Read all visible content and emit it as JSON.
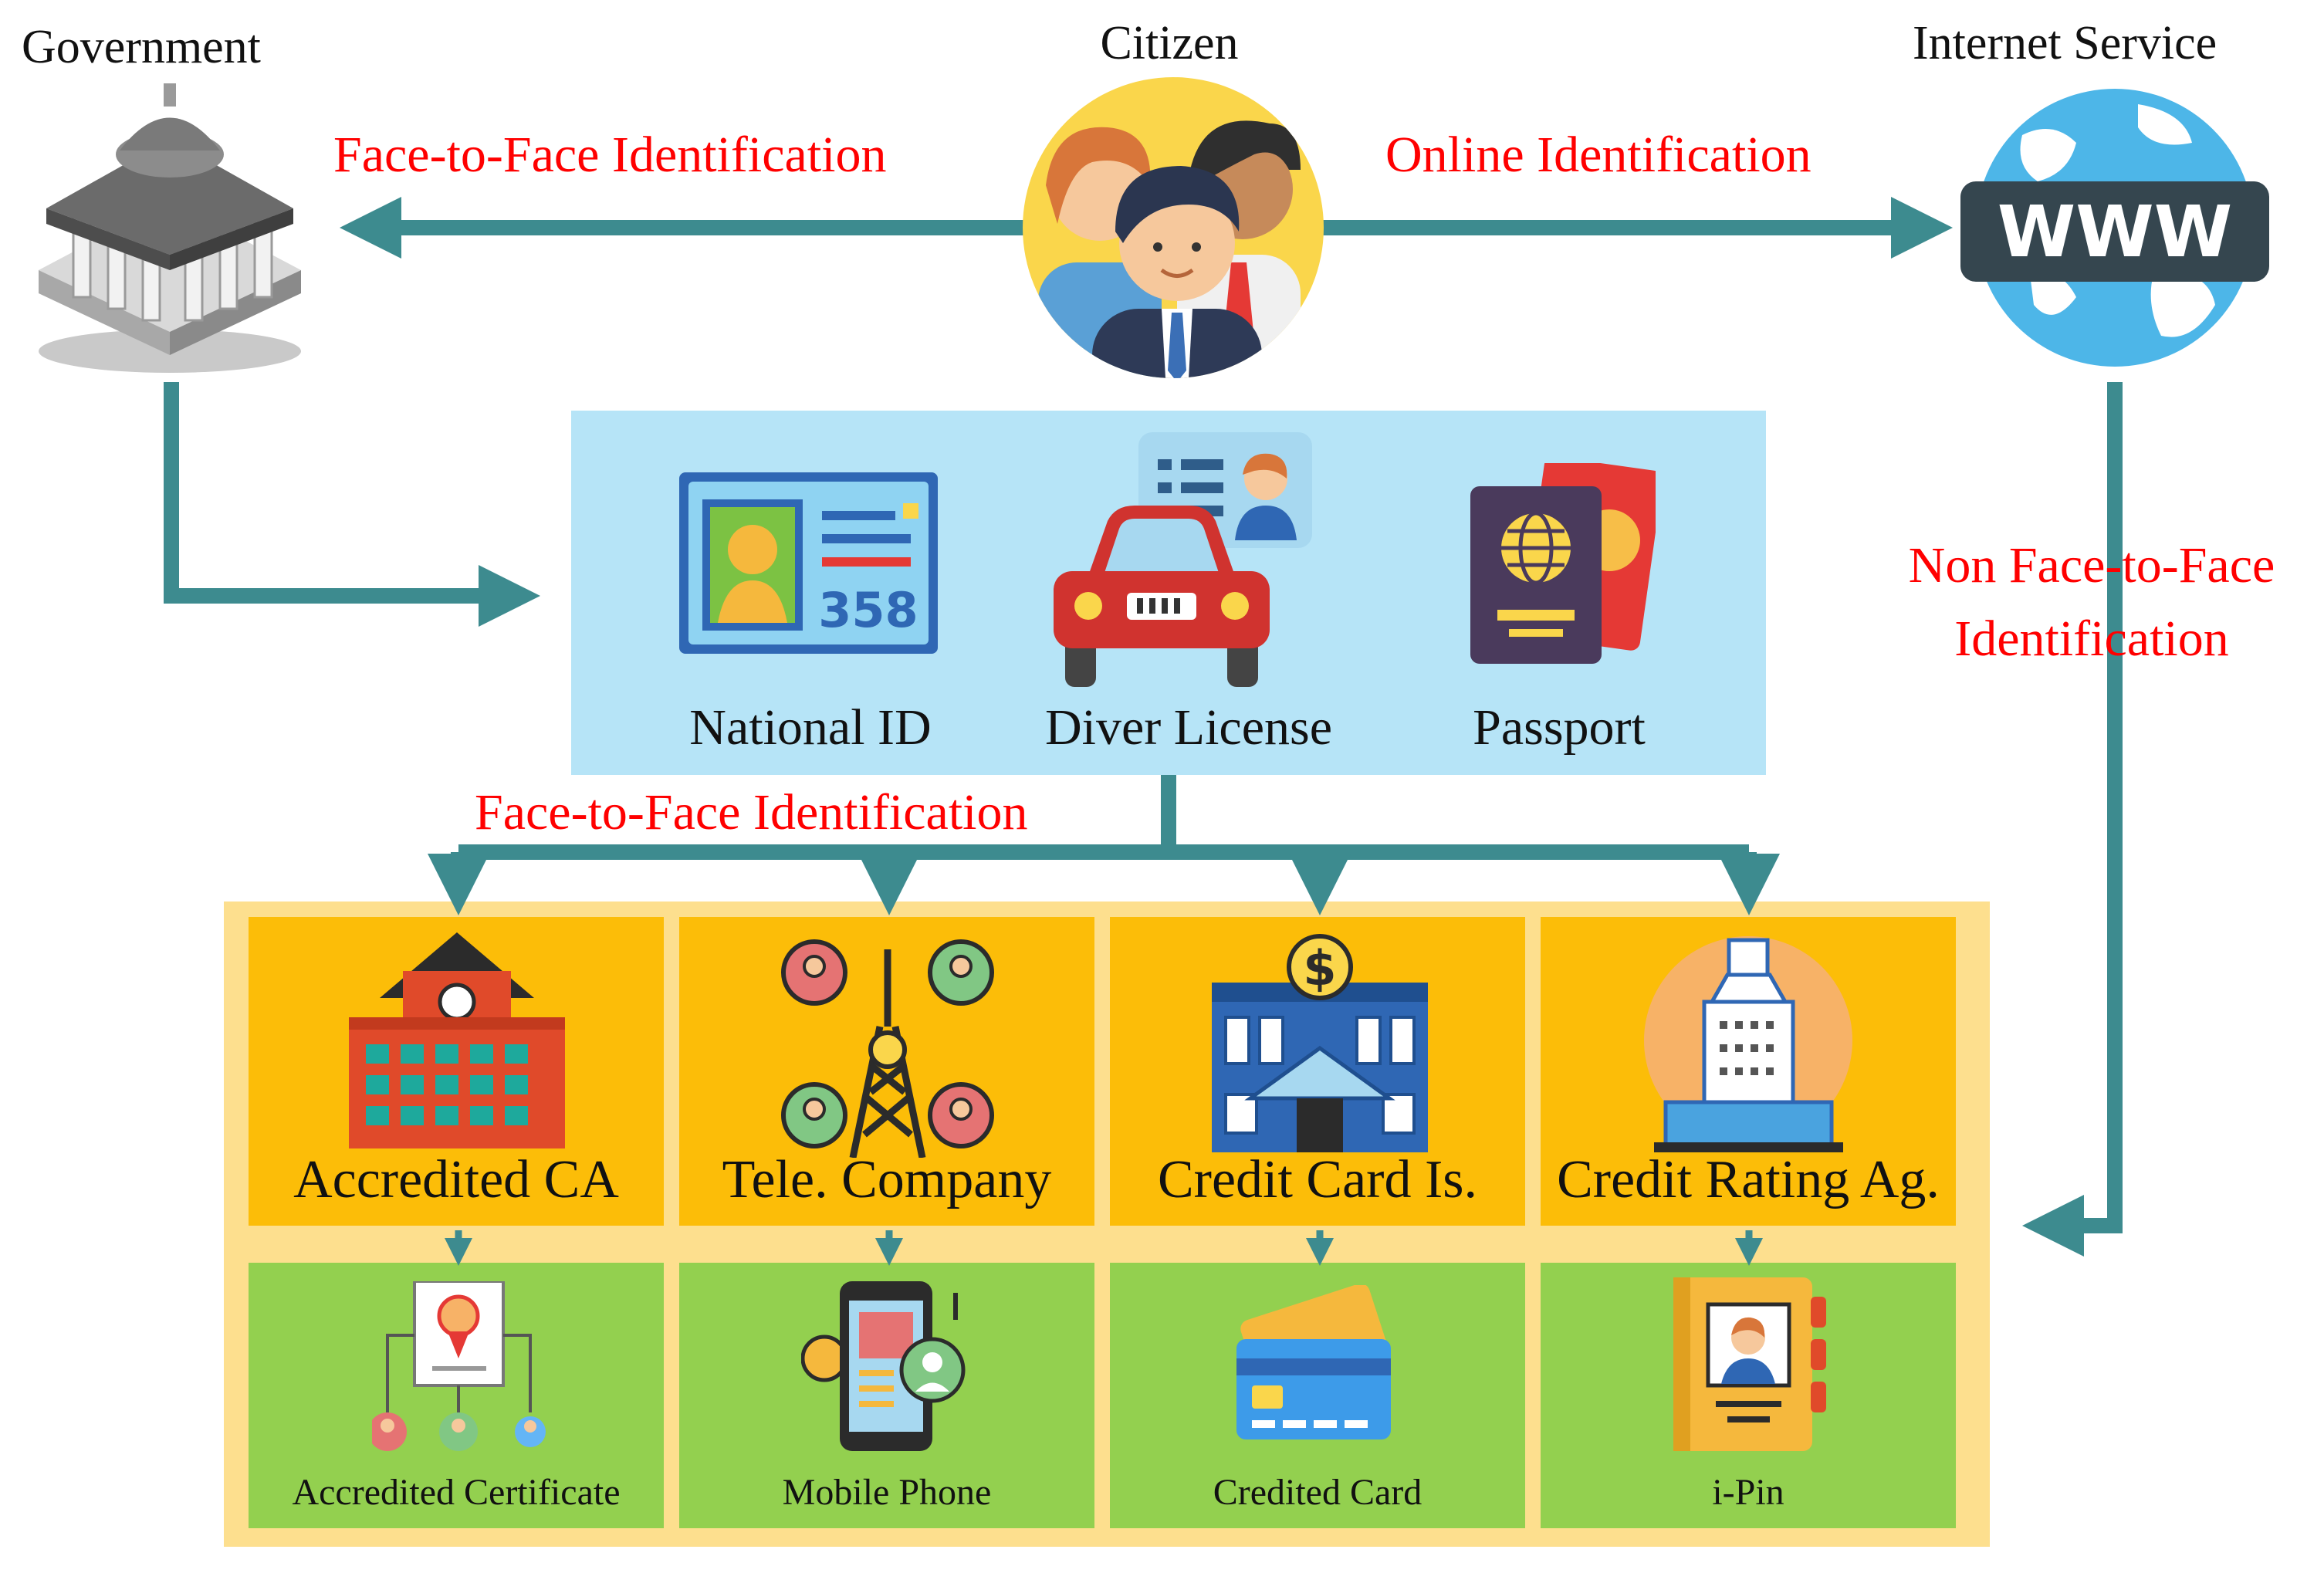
{
  "actors": {
    "government": "Government",
    "citizen": "Citizen",
    "internet": "Internet Service"
  },
  "flows": {
    "face_to_face_top": "Face-to-Face Identification",
    "online": "Online Identification",
    "non_face_line1": "Non Face-to-Face",
    "non_face_line2": "Identification",
    "face_to_face_mid": "Face-to-Face Identification"
  },
  "documents": [
    "National ID",
    "Diver License",
    "Passport"
  ],
  "organizations": [
    "Accredited CA",
    "Tele. Company",
    "Credit Card Is.",
    "Credit Rating Ag."
  ],
  "credentials": [
    "Accredited Certificate",
    "Mobile Phone",
    "Credited Card",
    "i-Pin"
  ],
  "id_card_number": "358",
  "web_badge": "WWW",
  "colors": {
    "arrow": "#3d8b8f",
    "label_red": "#ff0000",
    "doc_panel": "#b6e4f7",
    "org_panel": "#fddf8e",
    "org_cell": "#fcbd08",
    "cred_cell": "#93d04f"
  },
  "icons": [
    "government-building-icon",
    "citizens-group-icon",
    "globe-www-icon",
    "id-card-icon",
    "car-license-icon",
    "passport-icon",
    "school-building-icon",
    "telecom-tower-icon",
    "bank-building-icon",
    "agency-building-icon",
    "certificate-icon",
    "smartphone-icon",
    "credit-card-icon",
    "id-book-icon"
  ]
}
